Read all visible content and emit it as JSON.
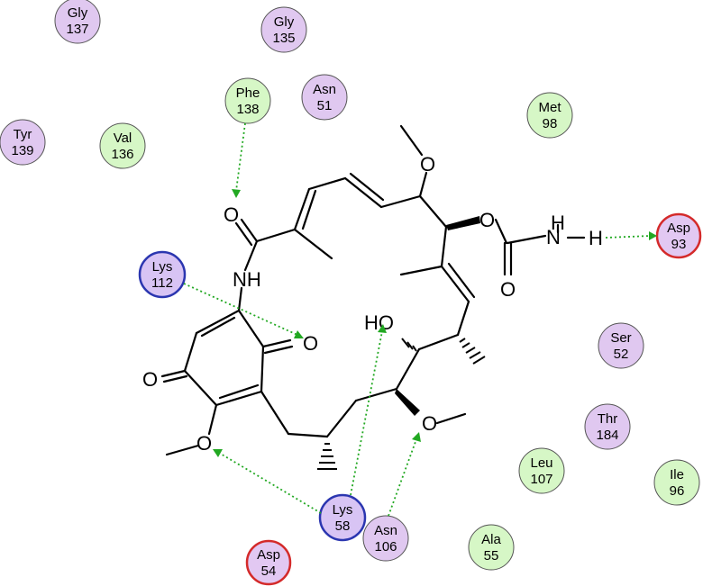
{
  "colors": {
    "purple_fill": "#e0c8f0",
    "green_fill": "#d6f7c6",
    "basic_fill": "#d8c4f4",
    "basic_ring": "#2b36b0",
    "acidic_fill": "#e2c8f2",
    "acidic_ring": "#d42a2a",
    "hbond": "#22a822"
  },
  "residues": [
    {
      "id": "gly137",
      "name": "Gly",
      "num": "137",
      "type": "polar"
    },
    {
      "id": "gly135",
      "name": "Gly",
      "num": "135",
      "type": "polar"
    },
    {
      "id": "phe138",
      "name": "Phe",
      "num": "138",
      "type": "hydrophobic"
    },
    {
      "id": "asn51",
      "name": "Asn",
      "num": "51",
      "type": "polar"
    },
    {
      "id": "met98",
      "name": "Met",
      "num": "98",
      "type": "hydrophobic"
    },
    {
      "id": "tyr139",
      "name": "Tyr",
      "num": "139",
      "type": "polar"
    },
    {
      "id": "val136",
      "name": "Val",
      "num": "136",
      "type": "hydrophobic"
    },
    {
      "id": "asp93",
      "name": "Asp",
      "num": "93",
      "type": "acidic"
    },
    {
      "id": "lys112",
      "name": "Lys",
      "num": "112",
      "type": "basic"
    },
    {
      "id": "ser52",
      "name": "Ser",
      "num": "52",
      "type": "polar"
    },
    {
      "id": "thr184",
      "name": "Thr",
      "num": "184",
      "type": "polar"
    },
    {
      "id": "leu107",
      "name": "Leu",
      "num": "107",
      "type": "hydrophobic"
    },
    {
      "id": "ile96",
      "name": "Ile",
      "num": "96",
      "type": "hydrophobic"
    },
    {
      "id": "lys58",
      "name": "Lys",
      "num": "58",
      "type": "basic"
    },
    {
      "id": "asn106",
      "name": "Asn",
      "num": "106",
      "type": "polar"
    },
    {
      "id": "ala55",
      "name": "Ala",
      "num": "55",
      "type": "hydrophobic"
    },
    {
      "id": "asp54",
      "name": "Asp",
      "num": "54",
      "type": "acidic"
    }
  ],
  "atoms": {
    "amide_o": "O",
    "amide_nh": "NH",
    "quinone_o_right": "O",
    "quinone_o_left": "O",
    "ho": "HO",
    "carbamate_o_top": "O",
    "carbamate_o_bottom": "O",
    "carbamate_n": "N",
    "carbamate_nh_h": "H",
    "carbamate_nh_h2": "H",
    "methoxy_o_top": "O",
    "methoxy_o_right": "O",
    "methoxy_o_left": "O"
  }
}
